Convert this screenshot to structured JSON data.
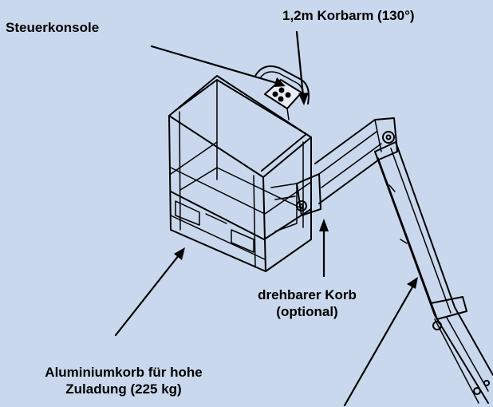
{
  "background_color": "#c9d8ec",
  "line_color": "#000000",
  "labels": {
    "control_console": "Steuerkonsole",
    "jib": "1,2m Korbarm (130°)",
    "rotating_basket_line1": "drehbarer Korb",
    "rotating_basket_line2": "(optional)",
    "basket_line1": "Aluminiumkorb für hohe",
    "basket_line2": "Zuladung (225 kg)"
  }
}
